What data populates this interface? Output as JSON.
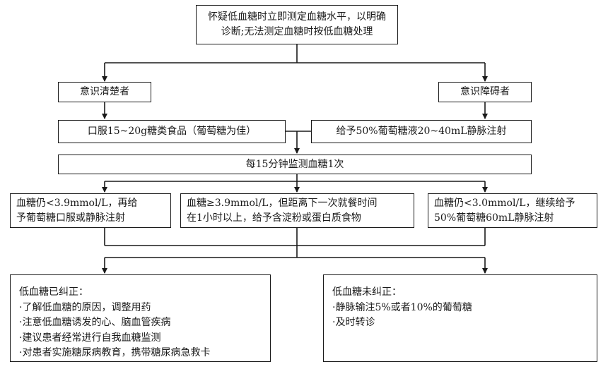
{
  "flowchart": {
    "top": {
      "line1": "怀疑低血糖时立即测定血糖水平，以明确",
      "line2": "诊断;无法测定血糖时按低血糖处理"
    },
    "conscious": "意识清楚者",
    "impaired": "意识障碍者",
    "oral": "口服15~20g糖类食品（葡萄糖为佳）",
    "iv": "给予50%葡萄糖液20~40mL静脉注射",
    "monitor": "每15分钟监测血糖1次",
    "case_a": {
      "line1": "血糖仍<3.9mmol/L，再给",
      "line2": "予葡萄糖口服或静脉注射"
    },
    "case_b": {
      "line1": "血糖≥3.9mmol/L，但距离下一次就餐时间",
      "line2": "在1小时以上，给予含淀粉或蛋白质食物"
    },
    "case_c": {
      "line1": "血糖仍<3.0mmol/L，继续给予",
      "line2": "50%葡萄糖60mL静脉注射"
    },
    "corrected": {
      "title": "低血糖已纠正：",
      "items": [
        "·了解低血糖的原因，调整用药",
        "·注意低血糖诱发的心、脑血管疾病",
        "·建议患者经常进行自我血糖监测",
        "·对患者实施糖尿病教育，携带糖尿病急救卡"
      ]
    },
    "not_corrected": {
      "title": "低血糖未纠正：",
      "items": [
        "·静脉输注5%或者10%的葡萄糖",
        "·及时转诊"
      ]
    }
  }
}
